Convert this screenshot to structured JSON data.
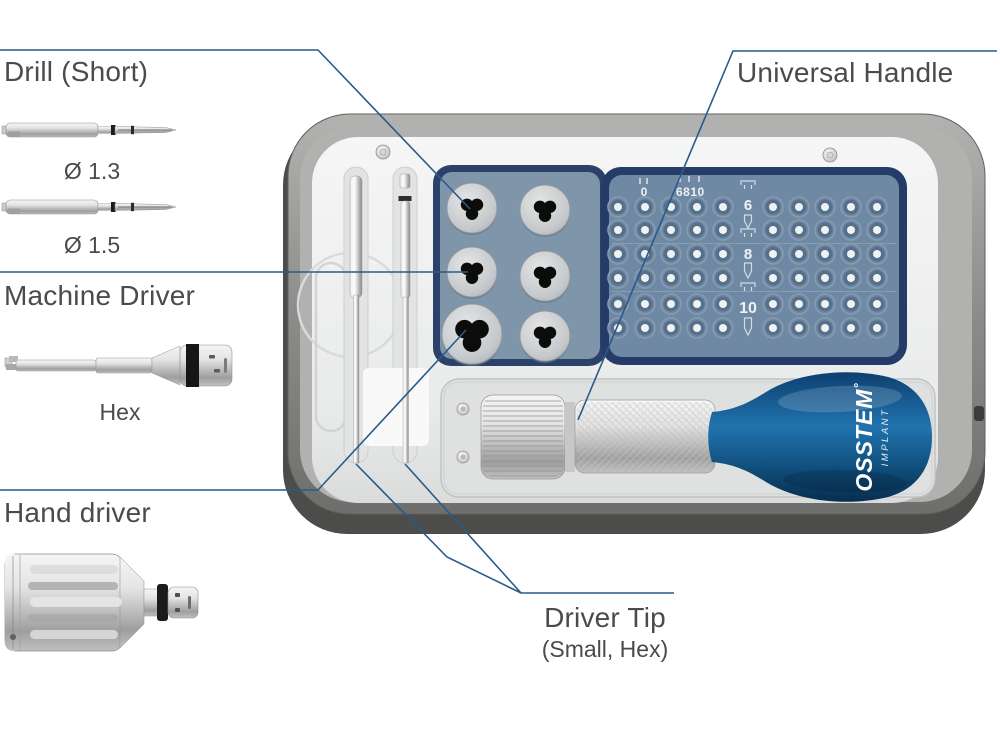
{
  "labels": {
    "drill": {
      "title": "Drill (Short)",
      "d1": "Ø 1.3",
      "d2": "Ø 1.5"
    },
    "machine_driver": {
      "title": "Machine Driver",
      "sub": "Hex"
    },
    "hand_driver": {
      "title": "Hand driver"
    },
    "universal_handle": {
      "title": "Universal Handle"
    },
    "driver_tip": {
      "title": "Driver Tip",
      "sub": "(Small, Hex)"
    }
  },
  "kit": {
    "brand": "OSSTEM",
    "brand_mark": "°",
    "brand_sub": "IMPLANT",
    "ruler": {
      "zero": "0",
      "sizes": "6810"
    },
    "size_groups": [
      "6",
      "8",
      "10"
    ],
    "disc_count": 6,
    "hole_rows": 6,
    "hole_cols": 10
  },
  "colors": {
    "connector_line": "#2a5a8c",
    "label_text": "#4b4b4d",
    "tray_fill": "#7e95aa",
    "tray_border": "#2c4169",
    "panel_fill": "#6f89a5",
    "panel_border": "#263c68",
    "handle_blue": "#14578f",
    "case_frame": "#8a8a88",
    "case_dark": "#4c4c4a"
  }
}
